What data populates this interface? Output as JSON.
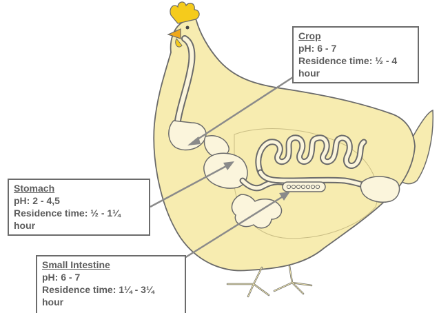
{
  "colors": {
    "body_fill": "#f7ecb0",
    "outline": "#6a6a6a",
    "organ_fill": "#fbf5dc",
    "comb": "#f5cb1c",
    "beak": "#f0a81a",
    "arrow": "#8a8a8a"
  },
  "callouts": {
    "crop": {
      "title": "Crop",
      "ph": "pH: 6 - 7",
      "residence": "Residence time: ½ - 4",
      "residence_cont": "hour"
    },
    "stomach": {
      "title": "Stomach",
      "ph": "pH: 2 - 4,5",
      "residence": "Residence time: ½ - 1¼",
      "residence_cont": "hour"
    },
    "small_intestine": {
      "title": "Small Intestine",
      "ph": "pH: 6 - 7",
      "residence": "Residence time: 1¼ - 3¼",
      "residence_cont": "hour"
    }
  }
}
